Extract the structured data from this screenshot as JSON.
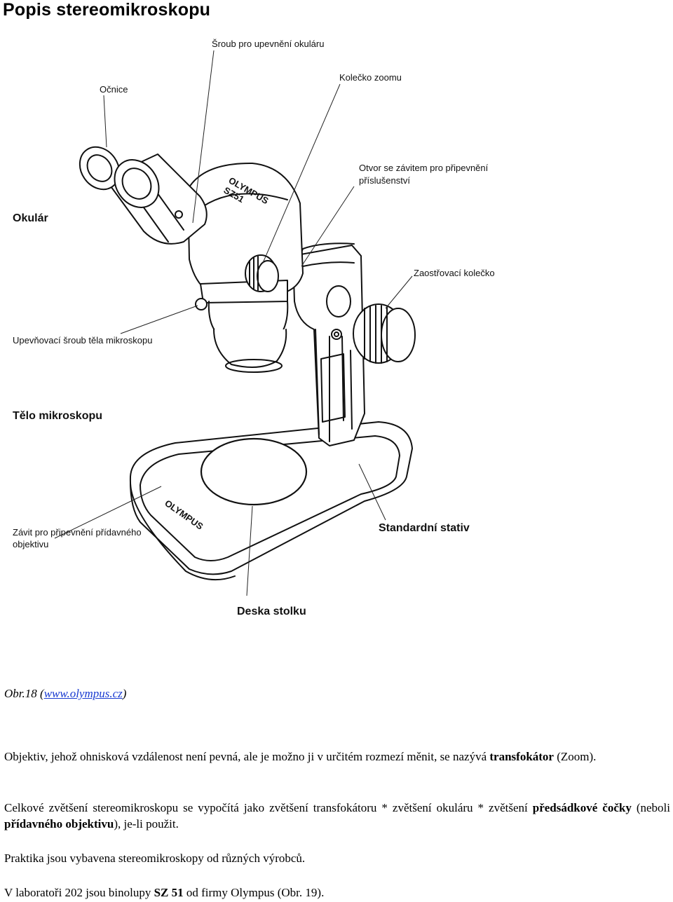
{
  "page": {
    "title": "Popis stereomikroskopu"
  },
  "figure": {
    "labels": {
      "eyecup": "Očnice",
      "eyepiece_screw": "Šroub pro upevnění okuláru",
      "zoom_knob": "Kolečko zoomu",
      "accessory_hole_1": "Otvor se závitem pro připevnění",
      "accessory_hole_2": "příslušenství",
      "eyepiece": "Okulár",
      "focus_knob": "Zaostřovací kolečko",
      "body_screw": "Upevňovací šroub těla mikroskopu",
      "body": "Tělo mikroskopu",
      "aux_thread_1": "Závit pro připevnění přídavného",
      "aux_thread_2": "objektivu",
      "standard_stand": "Standardní stativ",
      "stage_plate": "Deska stolku"
    },
    "brand_text": "OLYMPUS",
    "model_text": "SZ51"
  },
  "caption": {
    "prefix": "Obr.18",
    "open": "(",
    "link": "www.olympus.cz",
    "close": ")"
  },
  "paragraphs": {
    "p1_text": "Objektiv, jehož ohnisková vzdálenost není pevná, ale je možno ji v určitém rozmezí měnit, se nazývá",
    "p1_bold": "transfokátor",
    "p1_tail": " (Zoom).",
    "p2_text": "Celkové zvětšení stereomikroskopu se vypočítá jako zvětšení transfokátoru * zvětšení okuláru * zvětšení",
    "p2_bold1": "předsádkové čočky",
    "p2_mid": " (neboli ",
    "p2_bold2": "přídavného objektivu",
    "p2_tail": "), je-li použit.",
    "p3": "Praktika jsou vybavena stereomikroskopy od různých výrobců.",
    "p4_pre": "V laboratoři 202 jsou binolupy ",
    "p4_bold": "SZ 51",
    "p4_tail": " od firmy Olympus (Obr. 19)."
  }
}
